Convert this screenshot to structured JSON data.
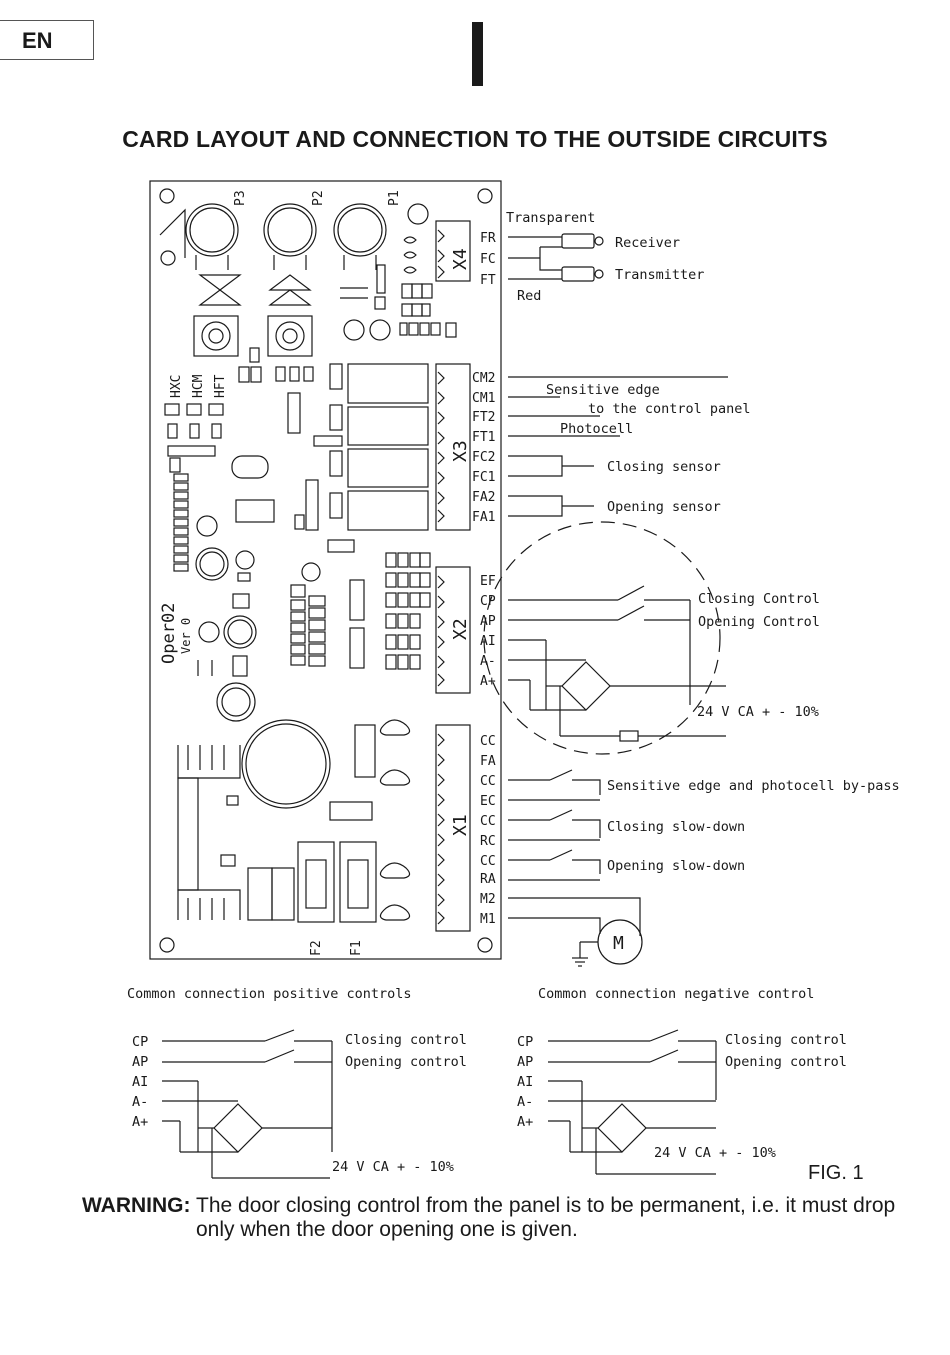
{
  "language_tab": "EN",
  "title": "CARD LAYOUT AND CONNECTION TO THE OUTSIDE CIRCUITS",
  "board": {
    "pots": [
      "P3",
      "P2",
      "P1"
    ],
    "dip_labels": [
      "HXC",
      "HCM",
      "HFT"
    ],
    "model": "Oper02",
    "version": "Ver 0",
    "fuses": [
      "F2",
      "F1"
    ]
  },
  "connectors": {
    "x4": {
      "name": "X4",
      "pins": [
        "FR",
        "FC",
        "FT"
      ]
    },
    "x3": {
      "name": "X3",
      "pins": [
        "CM2",
        "CM1",
        "FT2",
        "FT1",
        "FC2",
        "FC1",
        "FA2",
        "FA1"
      ]
    },
    "x2": {
      "name": "X2",
      "pins": [
        "EF",
        "CP",
        "AP",
        "AI",
        "A-",
        "A+"
      ]
    },
    "x1": {
      "name": "X1",
      "pins": [
        "CC",
        "FA",
        "CC",
        "EC",
        "CC",
        "RC",
        "CC",
        "RA",
        "M2",
        "M1"
      ]
    }
  },
  "labels": {
    "transparent": "Transparent",
    "receiver": "Receiver",
    "transmitter": "Transmitter",
    "red": "Red",
    "sensitive_edge": "Sensitive edge",
    "to_control_panel": "to the control panel",
    "photocell": "Photocell",
    "closing_sensor": "Closing sensor",
    "opening_sensor": "Opening sensor",
    "closing_control": "Closing Control",
    "opening_control": "Opening Control",
    "supply": "24 V CA  + - 10%",
    "bypass": "Sensitive edge and photocell by-pass",
    "closing_slowdown": "Closing slow-down",
    "opening_slowdown": "Opening slow-down",
    "motor": "M"
  },
  "sub_diagrams": {
    "positive": {
      "title": "Common connection positive controls",
      "terminals": [
        "CP",
        "AP",
        "AI",
        "A-",
        "A+"
      ],
      "closing": "Closing control",
      "opening": "Opening control",
      "supply": "24 V CA  + - 10%"
    },
    "negative": {
      "title": "Common connection negative control",
      "terminals": [
        "CP",
        "AP",
        "AI",
        "A-",
        "A+"
      ],
      "closing": "Closing control",
      "opening": "Opening control",
      "supply": "24 V CA  + - 10%"
    }
  },
  "figure": "FIG. 1",
  "warning": {
    "label": "WARNING:",
    "text": "The door closing control from the panel is to be permanent, i.e. it must drop only when the door opening one is given."
  }
}
